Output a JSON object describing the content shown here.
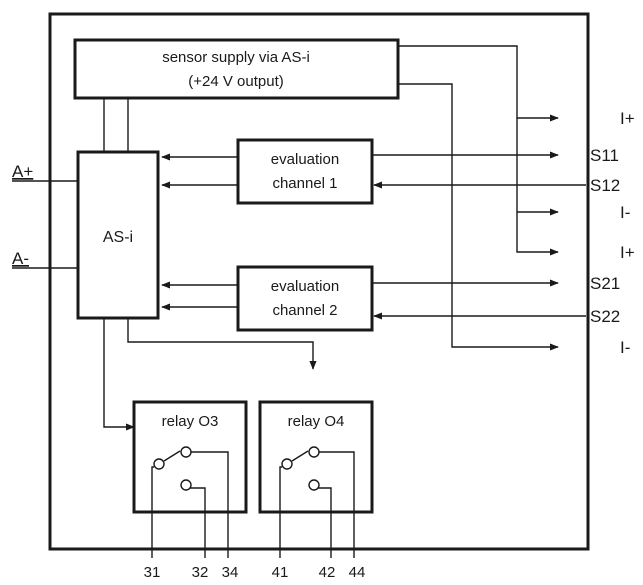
{
  "blocks": {
    "sensor_supply": {
      "line1": "sensor supply via AS-i",
      "line2": "(+24 V output)"
    },
    "asi": {
      "label": "AS-i"
    },
    "eval1": {
      "line1": "evaluation",
      "line2": "channel 1"
    },
    "eval2": {
      "line1": "evaluation",
      "line2": "channel 2"
    },
    "relay_o3": {
      "label": "relay O3"
    },
    "relay_o4": {
      "label": "relay O4"
    }
  },
  "inputs": {
    "a_plus": "A+",
    "a_minus": "A-"
  },
  "outputs": {
    "ch1_i_plus": "I+",
    "s11": "S11",
    "s12": "S12",
    "ch1_i_minus": "I-",
    "ch2_i_plus": "I+",
    "s21": "S21",
    "s22": "S22",
    "ch2_i_minus": "I-"
  },
  "relay_pins": {
    "p31": "31",
    "p32": "32",
    "p34": "34",
    "p41": "41",
    "p42": "42",
    "p44": "44"
  }
}
